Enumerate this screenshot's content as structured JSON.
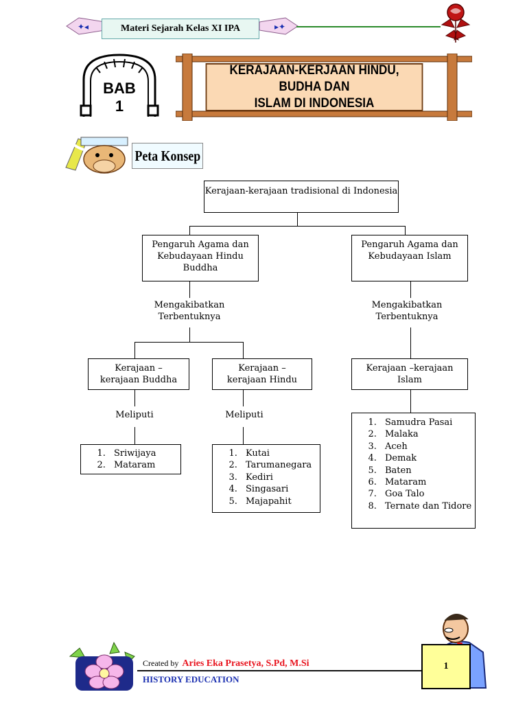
{
  "header": {
    "subject": "Materi Sejarah Kelas XI IPA"
  },
  "chapter": {
    "label": "BAB",
    "number": "1",
    "title_line1": "KERAJAAN-KERJAAN HINDU, BUDHA DAN",
    "title_line2": "ISLAM DI INDONESIA"
  },
  "section": {
    "title": "Peta Konsep"
  },
  "concept_map": {
    "root": "Kerajaan-kerajaan tradisional di Indonesia",
    "hindu_buddha": {
      "influence": "Pengaruh Agama dan Kebudayaan Hindu Buddha",
      "result_line1": "Mengakibatkan",
      "result_line2": "Terbentuknya",
      "buddha": {
        "title": "Kerajaan – kerajaan Buddha",
        "relation": "Meliputi",
        "items": [
          "Sriwijaya",
          "Mataram"
        ]
      },
      "hindu": {
        "title": "Kerajaan –kerajaan Hindu",
        "relation": "Meliputi",
        "items": [
          "Kutai",
          "Tarumanegara",
          "Kediri",
          "Singasari",
          "Majapahit"
        ]
      }
    },
    "islam": {
      "influence": "Pengaruh Agama dan Kebudayaan Islam",
      "result_line1": "Mengakibatkan",
      "result_line2": "Terbentuknya",
      "kingdoms": {
        "title": "Kerajaan –kerajaan Islam",
        "items": [
          "Samudra Pasai",
          "Malaka",
          "Aceh",
          "Demak",
          "Baten",
          "Mataram",
          "Goa Talo",
          "Ternate dan Tidore"
        ]
      }
    }
  },
  "footer": {
    "created_by_label": "Created by",
    "author": "Aries Eka Prasetya, S.Pd, M.Si",
    "department": "HISTORY EDUCATION",
    "page_number": "1"
  },
  "colors": {
    "author": "#e8141e",
    "department": "#1a2fb0",
    "title_panel": "#fbd9b4",
    "wood": "#c77a3c",
    "page_box": "#ffff99"
  }
}
